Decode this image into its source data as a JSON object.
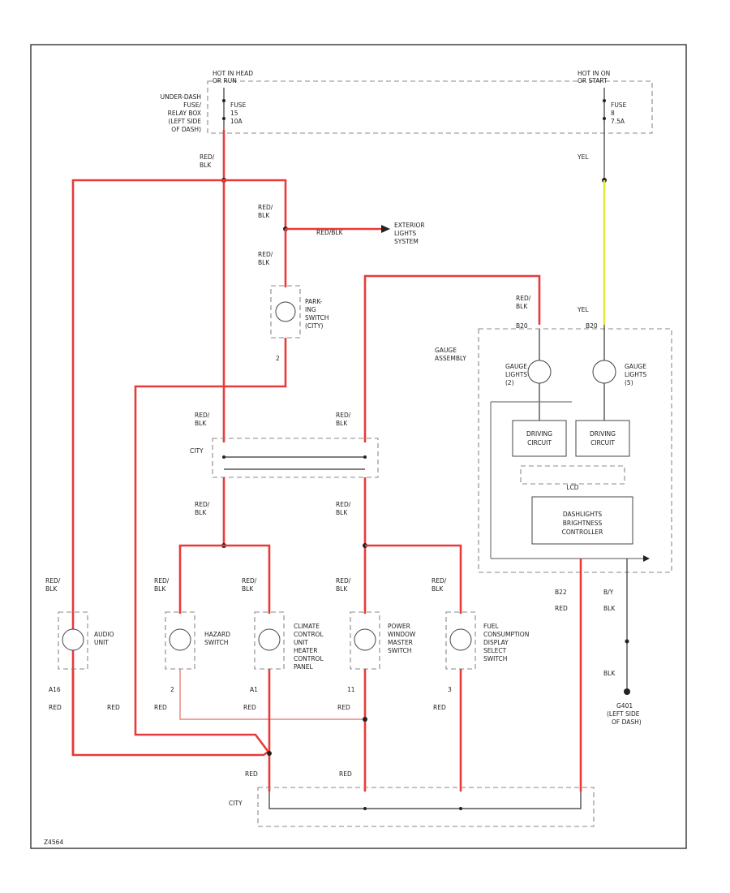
{
  "fuse_box": {
    "hot_left_1": "HOT IN HEAD",
    "hot_left_2": "OR RUN",
    "hot_right_1": "HOT IN ON",
    "hot_right_2": "OR START",
    "location_1": "UNDER-DASH",
    "location_2": "FUSE/",
    "location_3": "RELAY BOX",
    "location_4": "(LEFT SIDE",
    "location_5": "OF DASH)",
    "fuse_left_1": "FUSE",
    "fuse_left_2": "15",
    "fuse_left_3": "10A",
    "fuse_right_1": "FUSE",
    "fuse_right_2": "8",
    "fuse_right_3": "7.5A"
  },
  "wires": {
    "red_blk_1": "RED/",
    "red_blk_2": "BLK",
    "red": "RED",
    "yel": "YEL",
    "blk": "BLK",
    "red_label_top": "RED/BLK",
    "ground_pin": "B/Y",
    "pin_b20": "B20",
    "pin_b20_right": "B20",
    "pin_b22": "B22",
    "pin_2": "2",
    "pin_2b": "2",
    "pin_a16": "A16",
    "pin_a1": "A1",
    "pin_11": "11",
    "pin_3": "3"
  },
  "exterior": {
    "line1": "EXTERIOR",
    "line2": "LIGHTS",
    "line3": "SYSTEM"
  },
  "park_switch": {
    "line1": "PARK-",
    "line2": "ING",
    "line3": "SWITCH",
    "line4": "(CITY)"
  },
  "gauge": {
    "assembly_1": "GAUGE",
    "assembly_2": "ASSEMBLY",
    "lights_left_1": "GAUGE",
    "lights_left_2": "LIGHTS",
    "lights_left_3": "(2)",
    "lights_right_1": "GAUGE",
    "lights_right_2": "LIGHTS",
    "lights_right_3": "(5)",
    "driving_left_1": "DRIVING",
    "driving_left_2": "CIRCUIT",
    "driving_right_1": "DRIVING",
    "driving_right_2": "CIRCUIT",
    "lcd": "LCD",
    "controller_1": "DASHLIGHTS",
    "controller_2": "BRIGHTNESS",
    "controller_3": "CONTROLLER"
  },
  "junction": {
    "city": "CITY",
    "city_bottom": "CITY"
  },
  "components": {
    "audio_1": "AUDIO",
    "audio_2": "UNIT",
    "hazard_1": "HAZARD",
    "hazard_2": "SWITCH",
    "climate_1": "CLIMATE",
    "climate_2": "CONTROL",
    "climate_3": "UNIT",
    "climate_4": "HEATER",
    "climate_5": "CONTROL",
    "climate_6": "PANEL",
    "power_1": "POWER",
    "power_2": "WINDOW",
    "power_3": "MASTER",
    "power_4": "SWITCH",
    "fuel_1": "FUEL",
    "fuel_2": "CONSUMPTION",
    "fuel_3": "DISPLAY",
    "fuel_4": "SELECT",
    "fuel_5": "SWITCH"
  },
  "ground": {
    "line1": "G401",
    "line2": "(LEFT SIDE",
    "line3": "OF DASH)"
  },
  "footer": {
    "code": "Z4564"
  },
  "colors": {
    "red_wire": "#e83a3a",
    "yellow_wire": "#e4ea3a",
    "black_wire": "#333333"
  }
}
